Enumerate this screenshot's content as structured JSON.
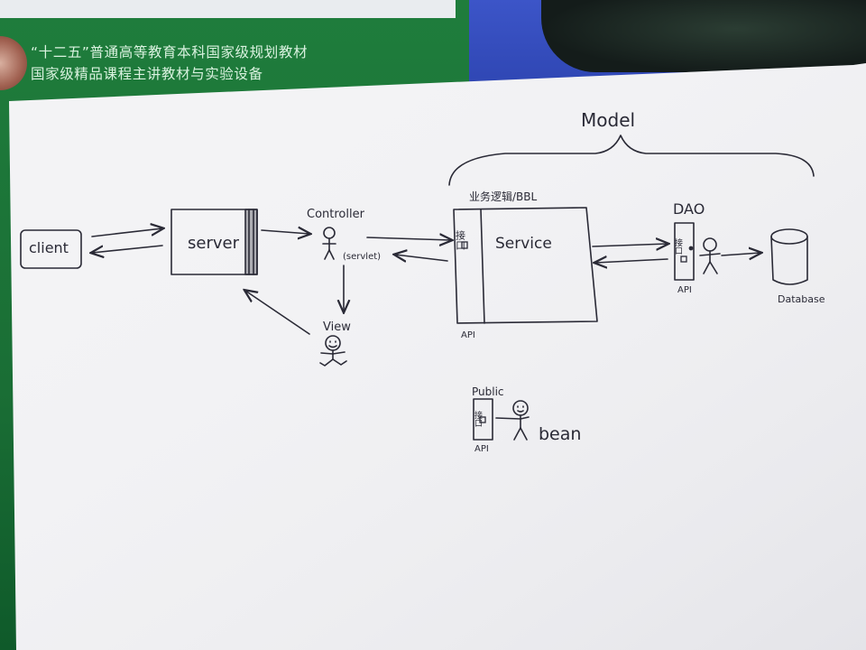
{
  "book_cover": {
    "line1": "“十二五”普通高等教育本科国家级规划教材",
    "line2": "国家级精品课程主讲教材与实验设备"
  },
  "diagram": {
    "model_label": "Model",
    "client_label": "client",
    "server_label": "server",
    "controller_label": "Controller",
    "servlet_label": "(servlet)",
    "view_label": "View",
    "bbl_label": "业务逻辑/BBL",
    "interface_label": "接口",
    "service_label": "Service",
    "service_api_label": "API",
    "dao_label": "DAO",
    "dao_interface_label": "接口",
    "dao_api_label": "API",
    "database_label": "Database",
    "public_label": "Public",
    "bean_interface_label": "接口",
    "bean_api_label": "API",
    "bean_label": "bean"
  },
  "colors": {
    "ink": "#2a2a36",
    "paper": "#f4f4f6",
    "green_cover": "#1f7d3c",
    "blue_cover": "#3c55c8"
  }
}
